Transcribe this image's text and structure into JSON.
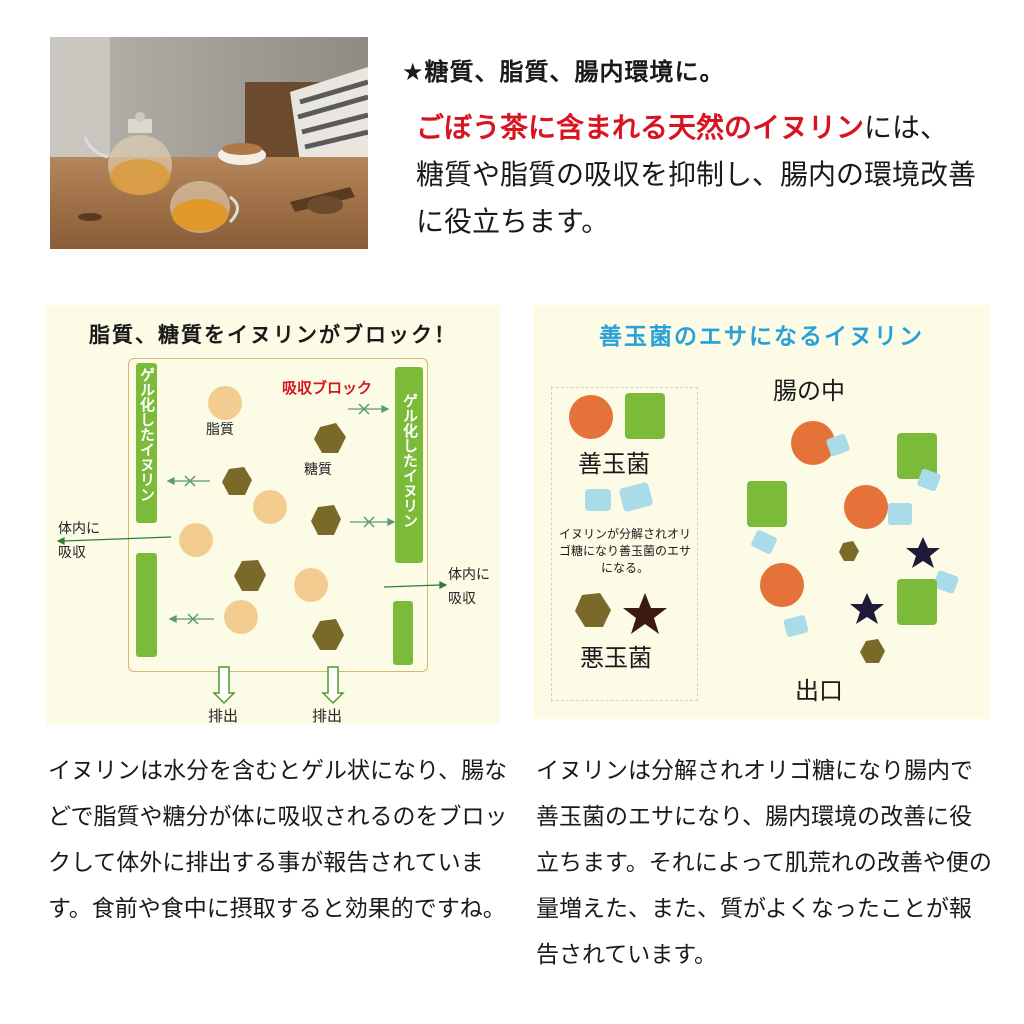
{
  "top": {
    "heading": "★糖質、脂質、腸内環境に。",
    "intro_highlight": "ごぼう茶に含まれる天然のイヌリン",
    "intro_rest": "には、糖質や脂質の吸収を抑制し、腸内の環境改善に役立ちます。"
  },
  "left_panel": {
    "title": "脂質、糖質をイヌリンがブロック！",
    "gel_label": "ゲル化したイヌリン",
    "absorb_block": "吸収ブロック",
    "fat": "脂質",
    "sugar": "糖質",
    "absorb_label": "体内に吸収",
    "excrete": "排出"
  },
  "right_panel": {
    "title": "善玉菌のエサになるイヌリン",
    "good_bacteria": "善玉菌",
    "legend_note": "イヌリンが分解されオリゴ糖になり善玉菌のエサになる。",
    "bad_bacteria": "悪玉菌",
    "intestine": "腸の中",
    "exit": "出口"
  },
  "paragraphs": {
    "left": "イヌリンは水分を含むとゲル状になり、腸などで脂質や糖分が体に吸収されるのをブロックして体外に排出する事が報告されています。食前や食中に摂取すると効果的ですね。",
    "right": "イヌリンは分解されオリゴ糖になり腸内で善玉菌のエサになり、腸内環境の改善に役立ちます。それによって肌荒れの改善や便の量増えた、また、質がよくなったことが報告されています。"
  },
  "colors": {
    "accent_red": "#d7141f",
    "title_blue": "#2aa0d8",
    "gel_green": "#7cbb3a",
    "fat_circle": "#f3cd8f",
    "sugar_hex": "#7a6a2a",
    "good_orange": "#e57339",
    "bad_star": "#3a1a12",
    "food_blue": "#a9dbe8",
    "panel_bg": "#fbfbe6"
  }
}
